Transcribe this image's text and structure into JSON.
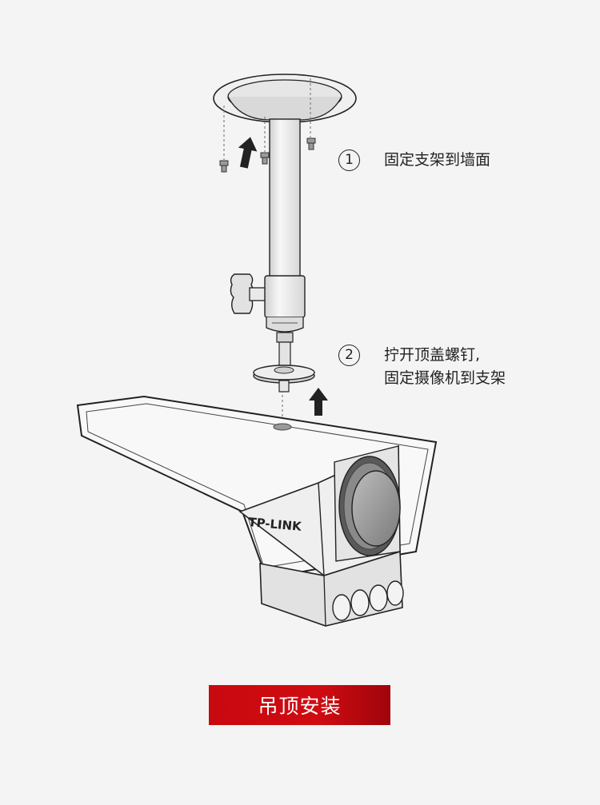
{
  "steps": [
    {
      "number": "1",
      "lines": [
        "固定支架到墙面"
      ]
    },
    {
      "number": "2",
      "lines": [
        "拧开顶盖螺钉,",
        "固定摄像机到支架"
      ]
    }
  ],
  "camera": {
    "brand_text": "TP-LINK"
  },
  "banner": {
    "title": "吊顶安装",
    "color": "#c8090f"
  }
}
